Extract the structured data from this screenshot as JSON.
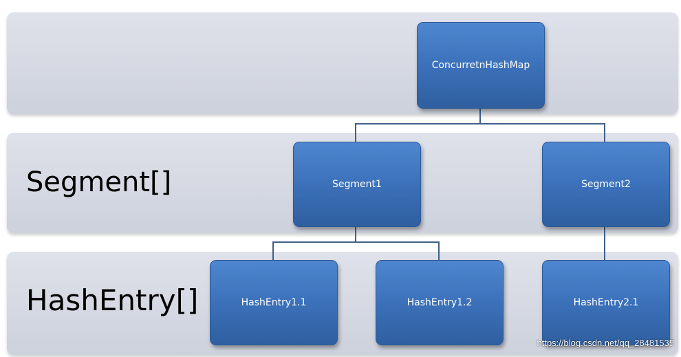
{
  "colors": {
    "band": "#d3d7e1",
    "node": "#3a6fb8",
    "connector": "#3f5f8a"
  },
  "rows": {
    "segment_label": "Segment[]",
    "hashentry_label": "HashEntry[]"
  },
  "nodes": {
    "root": "ConcurretnHashMap",
    "segment1": "Segment1",
    "segment2": "Segment2",
    "hashentry11": "HashEntry1.1",
    "hashentry12": "HashEntry1.2",
    "hashentry21": "HashEntry2.1"
  },
  "watermark": "https://blog.csdn.net/qq_28481535"
}
